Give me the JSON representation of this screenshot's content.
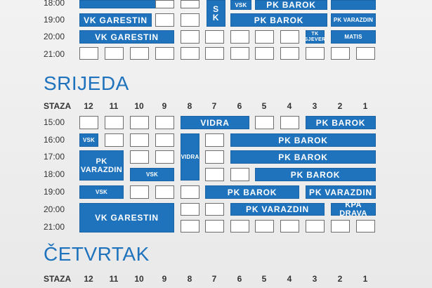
{
  "top_section": {
    "times": [
      "18:00",
      "19:00",
      "20:00",
      "21:00"
    ],
    "reservations": {
      "vk_garestin_a": "VK GARESTIN",
      "vk_garestin_b": "VK GARESTIN",
      "sk_vertical": "S\nK",
      "vsk": "VSK",
      "pk_barok_top": "PK BAROK",
      "pk_barok_19": "PK BAROK",
      "pk_varazdin": "PK VARAZDIN",
      "tk_sjever": "TK\nSJEVER",
      "matis": "MATIS"
    }
  },
  "srijeda": {
    "title": "SRIJEDA",
    "header_label": "STAZA",
    "lanes": [
      "12",
      "11",
      "10",
      "9",
      "8",
      "7",
      "6",
      "5",
      "4",
      "3",
      "2",
      "1"
    ],
    "times": [
      "15:00",
      "16:00",
      "17:00",
      "18:00",
      "19:00",
      "20:00",
      "21:00"
    ],
    "reservations": {
      "vidra_15": "VIDRA",
      "pk_barok_15": "PK BAROK",
      "vsk_16": "VSK",
      "pk_barok_16": "PK BAROK",
      "pk_varazdin_17": "PK\nVARAZDIN",
      "vidra_17": "VIDRA",
      "pk_barok_17": "PK BAROK",
      "vsk_18": "VSK",
      "pk_barok_18": "PK BAROK",
      "vsk_19": "VSK",
      "pk_barok_19": "PK BAROK",
      "pk_varazdin_19": "PK VARAZDIN",
      "vk_garestin_20": "VK GARESTIN",
      "pk_varazdin_20": "PK VARAZDIN",
      "kpa_drava_20": "KPA DRAVA"
    }
  },
  "cetvrtak": {
    "title": "ČETVRTAK",
    "header_label": "STAZA",
    "lanes": [
      "12",
      "11",
      "10",
      "9",
      "8",
      "7",
      "6",
      "5",
      "4",
      "3",
      "2",
      "1"
    ]
  }
}
